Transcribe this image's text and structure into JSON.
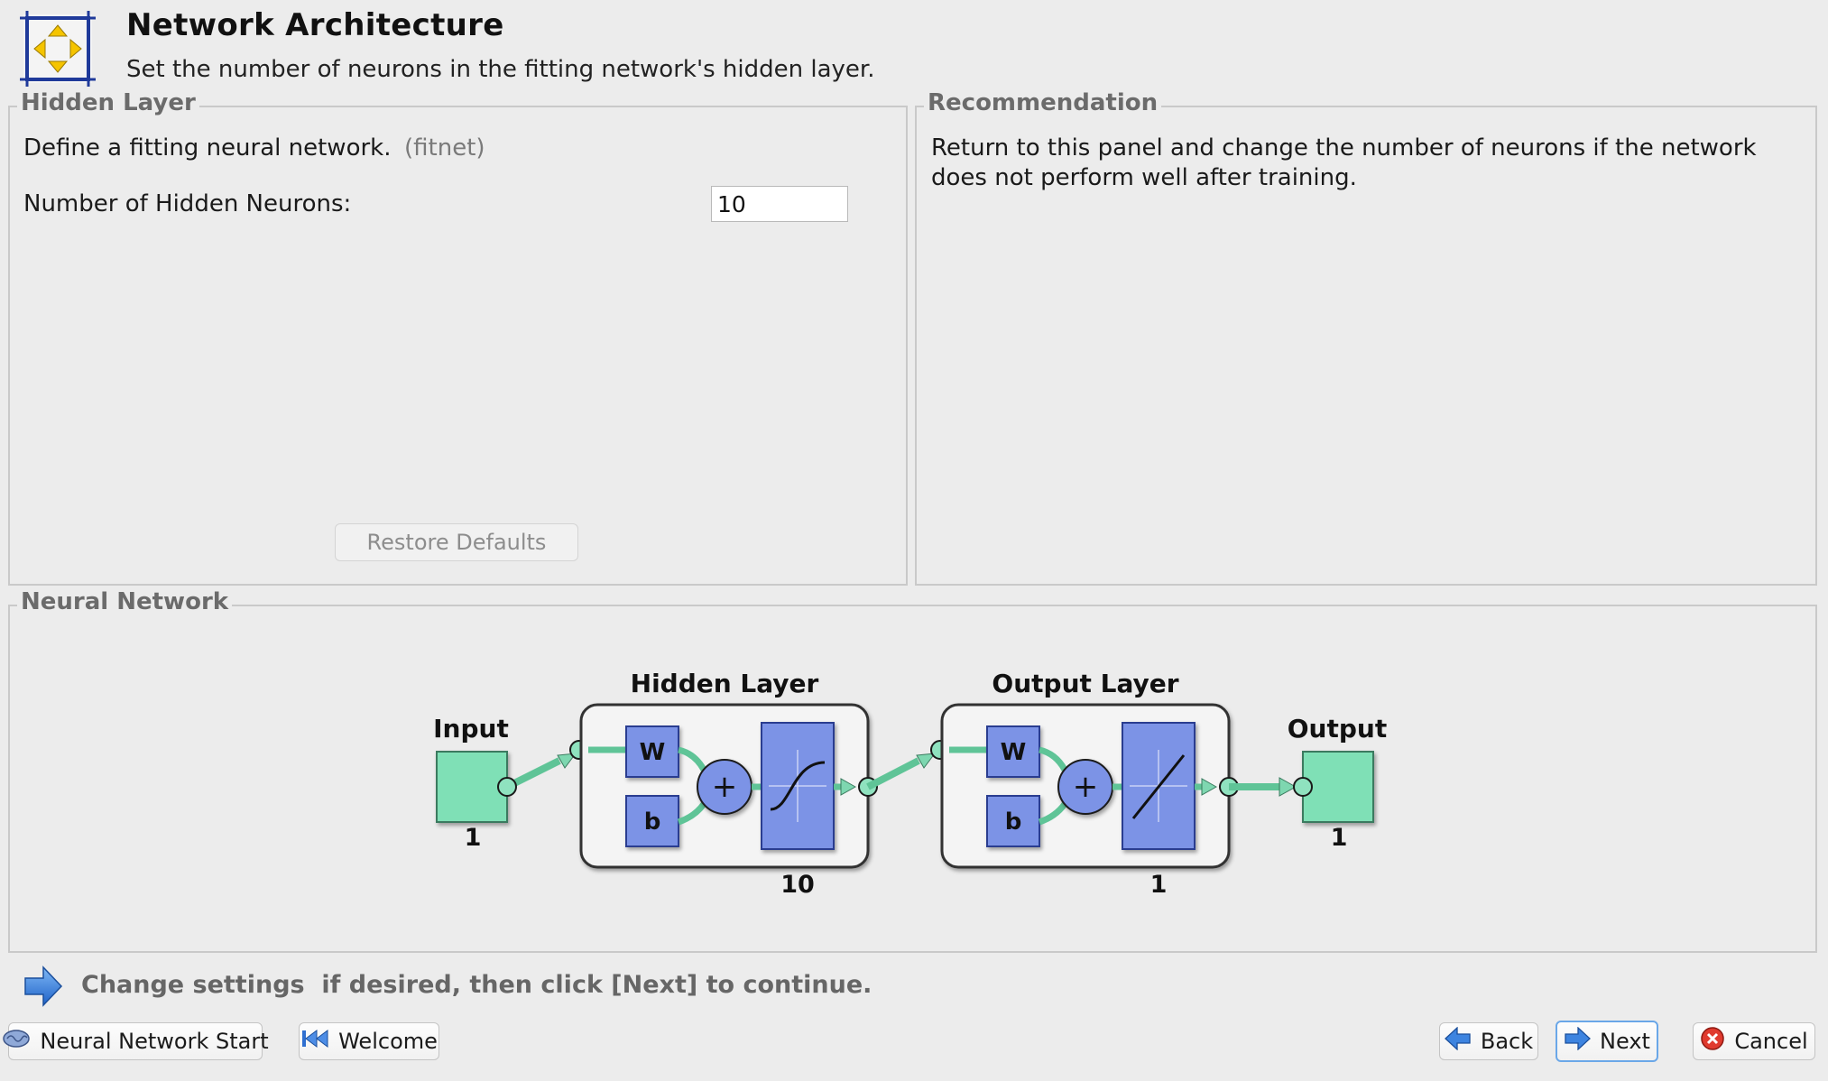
{
  "header": {
    "title": "Network Architecture",
    "subtitle": "Set the number of neurons in the fitting network's hidden layer.",
    "icon": "network-architecture-icon"
  },
  "hidden_layer_panel": {
    "title": "Hidden Layer",
    "description": "Define a fitting neural network.",
    "function_name": "(fitnet)",
    "neurons_label": "Number of Hidden Neurons:",
    "neurons_value": "10",
    "restore_button": "Restore Defaults"
  },
  "recommendation_panel": {
    "title": "Recommendation",
    "text": "Return to this panel and change the number of neurons if the network does not perform well after training."
  },
  "network_panel": {
    "title": "Neural Network",
    "diagram": {
      "input_label": "Input",
      "input_size": "1",
      "hidden_title": "Hidden Layer",
      "hidden_size": "10",
      "output_layer_title": "Output Layer",
      "output_layer_size": "1",
      "output_label": "Output",
      "output_size": "1",
      "weight_label": "W",
      "bias_label": "b",
      "hidden_transfer": "sigmoid",
      "output_transfer": "linear"
    }
  },
  "status": {
    "message": "Change settings  if desired, then click [Next] to continue.",
    "icon": "arrow-right-icon"
  },
  "footer": {
    "nn_start": "Neural Network Start",
    "welcome": "Welcome",
    "back": "Back",
    "next": "Next",
    "cancel": "Cancel"
  },
  "colors": {
    "background": "#ececec",
    "block_blue": "#7b93e6",
    "io_green": "#7fe0b6",
    "connector_green": "#7ed7b0",
    "default_button_border": "#6aa7e8"
  }
}
